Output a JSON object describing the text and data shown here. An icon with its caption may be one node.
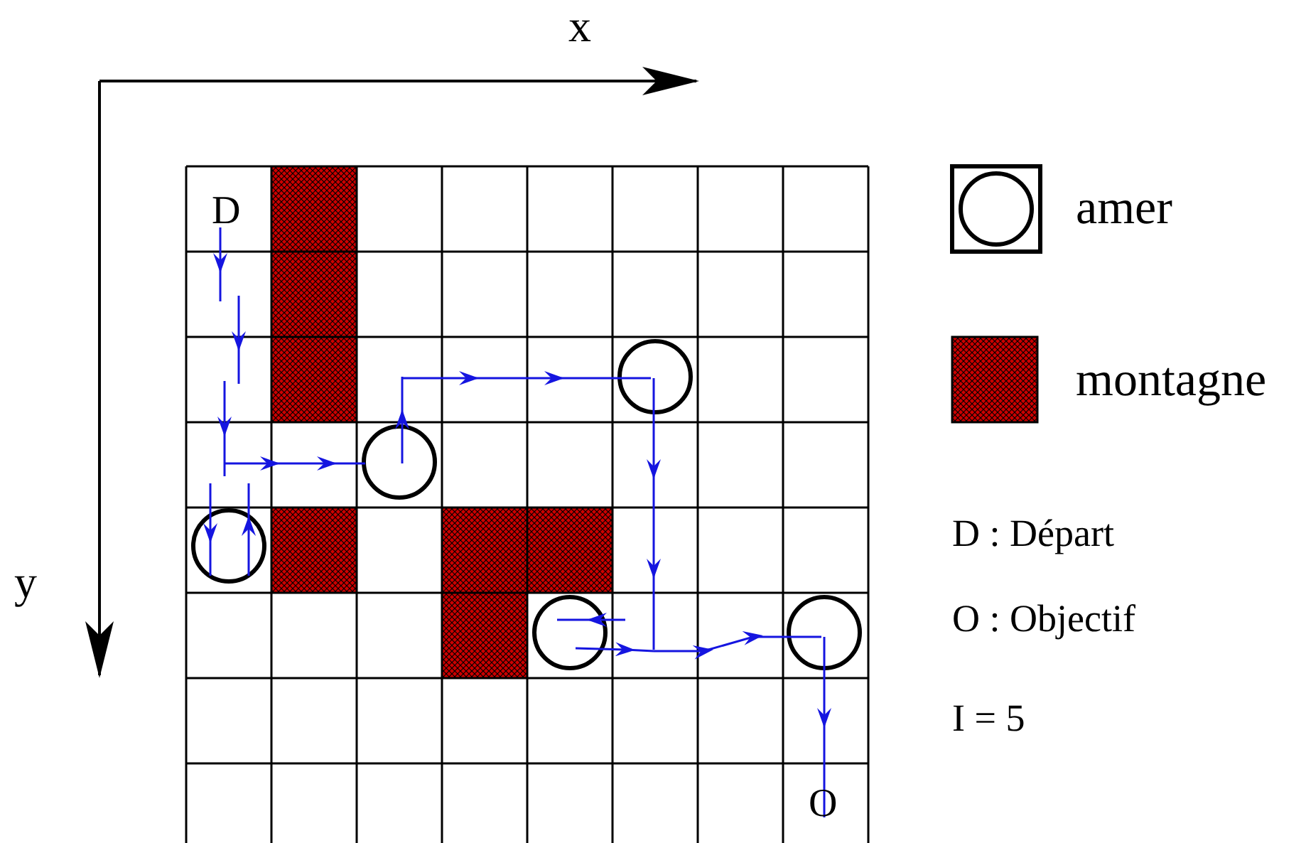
{
  "diagram": {
    "labels": [
      "x",
      "D",
      "y",
      "O",
      "D : Départ",
      "O : Objectif",
      "I = 5"
    ],
    "legend": [
      {
        "text": "amer"
      },
      {
        "text": "montagne",
        "color": "#cc0000"
      }
    ]
  }
}
